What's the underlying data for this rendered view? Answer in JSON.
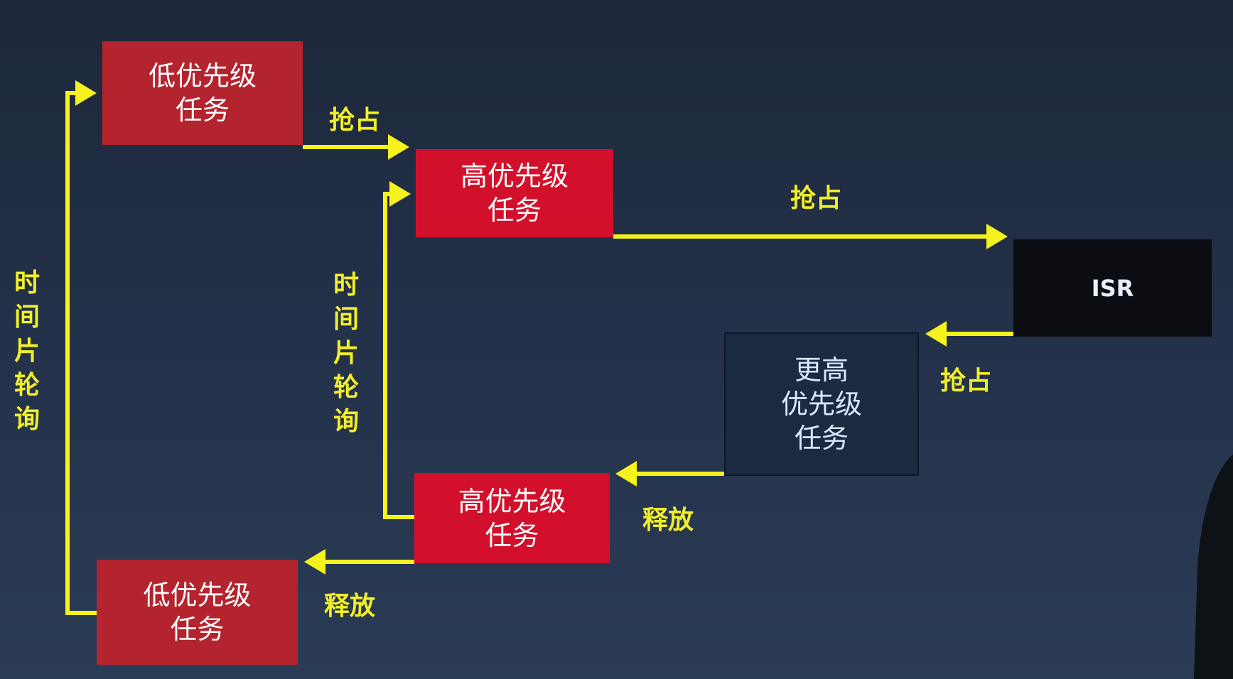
{
  "boxes": {
    "low_top": [
      "低优先级",
      "任务"
    ],
    "high_top": [
      "高优先级",
      "任务"
    ],
    "isr": "ISR",
    "higher": [
      "更高",
      "优先级",
      "任务"
    ],
    "high_bottom": [
      "高优先级",
      "任务"
    ],
    "low_bottom": [
      "低优先级",
      "任务"
    ]
  },
  "labels": {
    "preempt1": "抢占",
    "preempt2": "抢占",
    "preempt3": "抢占",
    "release1": "释放",
    "release2": "释放",
    "timeslice_left": "时间片轮询",
    "timeslice_mid": "时间片轮询"
  },
  "colors": {
    "arrow": "#f5f21e",
    "low": "#b3242e",
    "high": "#d3102b"
  }
}
